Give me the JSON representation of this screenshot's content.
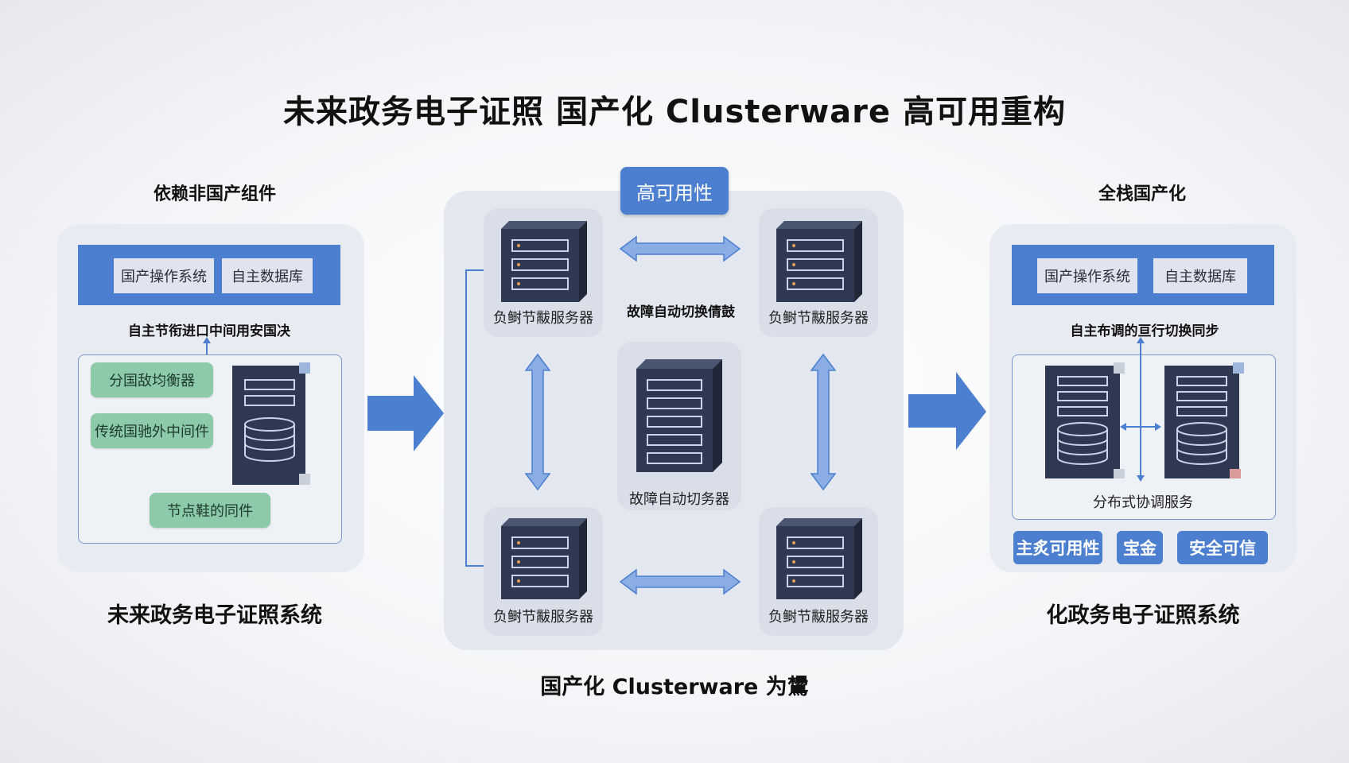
{
  "title": "未来政务电子证照 国产化 Clusterware 高可用重构",
  "left": {
    "heading": "依赖非国产组件",
    "chips": [
      "国产操作系统",
      "自主数据库"
    ],
    "note": "自主节衔进口中间用安国决",
    "green_items": [
      "分国敌均衡器",
      "传统国驰外中间件",
      "节点鞋的同件"
    ],
    "caption": "未来政务电子证照系统"
  },
  "center": {
    "badge": "高可用性",
    "top_left_label": "负鲥节黻服务器",
    "top_right_label": "负鲥节黻服务器",
    "middle_text": "故障自动切换倩鼓",
    "center_label": "故障自动切务器",
    "bottom_left_label": "负鲥节黻服务器",
    "bottom_right_label": "负鲥节黻服务器",
    "caption": "国产化 Clusterware 为鸉"
  },
  "right": {
    "heading": "全栈国产化",
    "chips": [
      "国产操作系统",
      "自主数据库"
    ],
    "note": "自主布调的亘行切换同步",
    "box_label": "分布式协调服务",
    "buttons": [
      "主炙可用性",
      "宝金",
      "安全可信"
    ],
    "caption": "化政务电子证照系统"
  },
  "colors": {
    "accent": "#4c7fd0",
    "server": "#2e3850",
    "green": "#8ccaa9",
    "panel": "#e8ebf2"
  }
}
